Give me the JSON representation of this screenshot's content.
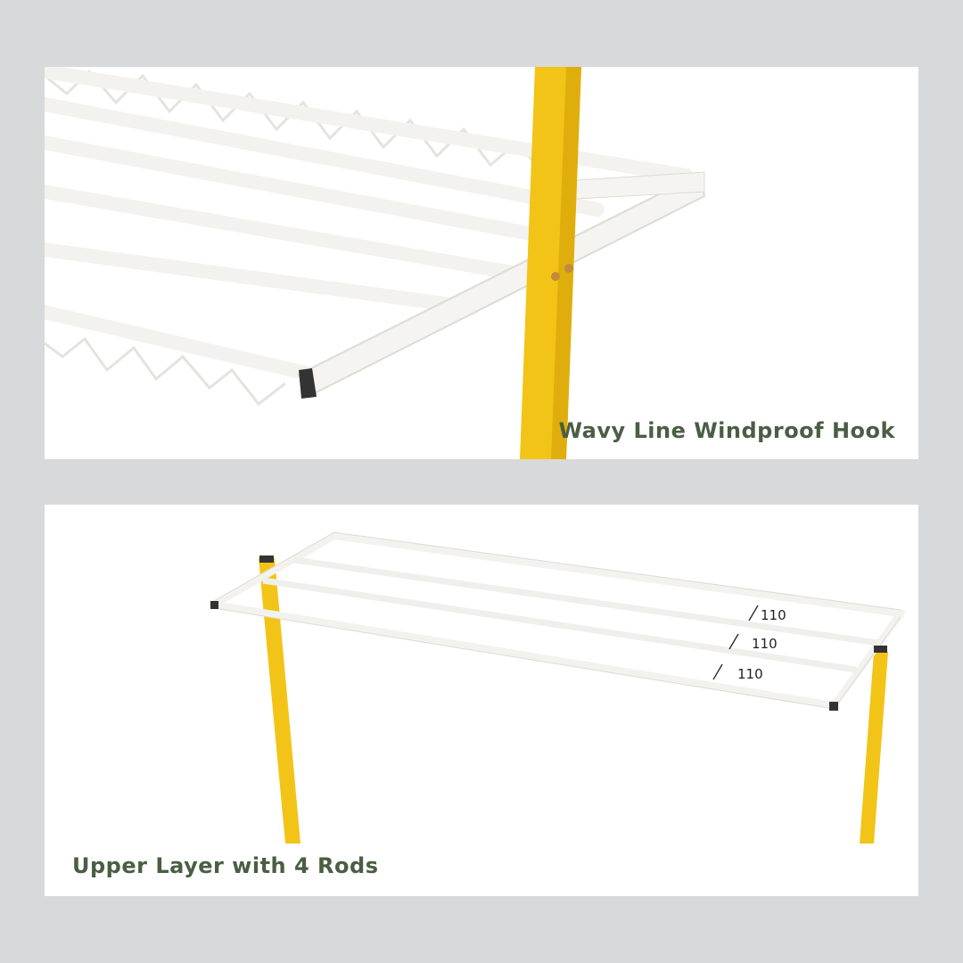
{
  "panels": [
    {
      "caption": "Wavy Line Windproof Hook"
    },
    {
      "caption": "Upper Layer with 4 Rods",
      "dimensions": [
        "110",
        "110",
        "110"
      ]
    }
  ],
  "colors": {
    "caption": "#4a5e44",
    "post": "#f2c417",
    "rod": "#f3f2ee",
    "background": "#d8d9da"
  }
}
